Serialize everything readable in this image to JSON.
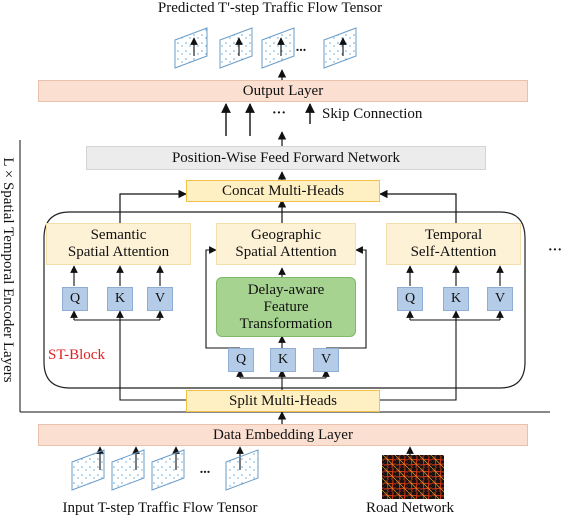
{
  "title_top": "Predicted T'-step Traffic Flow Tensor",
  "output_layer": "Output Layer",
  "skip_connection": "Skip Connection",
  "dots": "···",
  "dots_small": "...",
  "side_label": "L × Spatial Temporal Encoder Layers",
  "ffn": "Position-Wise Feed Forward Network",
  "concat": "Concat Multi-Heads",
  "semantic": [
    "Semantic",
    "Spatial Attention"
  ],
  "geographic": [
    "Geographic",
    "Spatial Attention"
  ],
  "temporal": [
    "Temporal",
    "Self-Attention"
  ],
  "delay": [
    "Delay-aware",
    "Feature",
    "Transformation"
  ],
  "q": "Q",
  "k": "K",
  "v": "V",
  "st_block": "ST-Block",
  "split": "Split Multi-Heads",
  "embedding": "Data Embedding Layer",
  "input_label": "Input T-step Traffic Flow Tensor",
  "road_network": "Road Network",
  "colors": {
    "peach": "#fbe0d2",
    "st_block_text": "#e02020",
    "qkv_blue": "#b4cce8",
    "delay_green": "#a7d391",
    "concat_yellow": "#fff0c4"
  }
}
